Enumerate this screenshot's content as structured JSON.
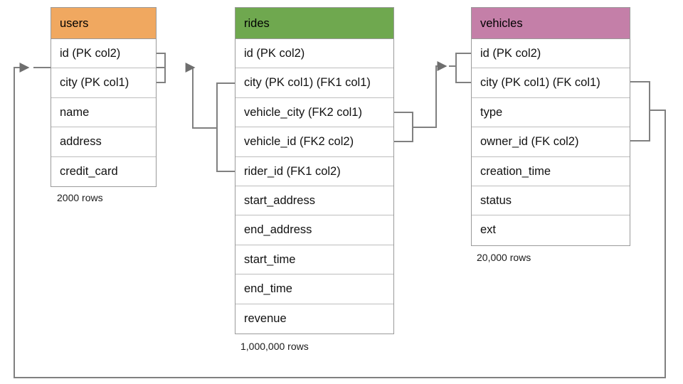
{
  "diagram": {
    "kind": "entity-relationship-diagram",
    "line_color": "#808080",
    "border_color": "#9a9a9a"
  },
  "tables": [
    {
      "key": "users",
      "name": "users",
      "header_color": "#F0A860",
      "row_count_label": "2000 rows",
      "fields": [
        "id (PK col2)",
        "city (PK col1)",
        "name",
        "address",
        "credit_card"
      ]
    },
    {
      "key": "rides",
      "name": "rides",
      "header_color": "#6FA84F",
      "row_count_label": "1,000,000 rows",
      "fields": [
        "id (PK col2)",
        "city (PK col1) (FK1 col1)",
        "vehicle_city (FK2 col1)",
        "vehicle_id (FK2 col2)",
        "rider_id (FK1 col2)",
        "start_address",
        "end_address",
        "start_time",
        "end_time",
        "revenue"
      ]
    },
    {
      "key": "vehicles",
      "name": "vehicles",
      "header_color": "#C47FA8",
      "row_count_label": "20,000 rows",
      "fields": [
        "id (PK col2)",
        "city (PK col1) (FK col1)",
        "type",
        "owner_id (FK col2)",
        "creation_time",
        "status",
        "ext"
      ]
    }
  ],
  "relationships": [
    {
      "key": "fk1-rides-to-users",
      "from_table": "rides",
      "from_fields": [
        "city (PK col1) (FK1 col1)",
        "rider_id (FK1 col2)"
      ],
      "to_table": "users",
      "to_fields": [
        "id (PK col2)",
        "city (PK col1)"
      ],
      "label": "FK1"
    },
    {
      "key": "fk2-rides-to-vehicles",
      "from_table": "rides",
      "from_fields": [
        "vehicle_city (FK2 col1)",
        "vehicle_id (FK2 col2)"
      ],
      "to_table": "vehicles",
      "to_fields": [
        "id (PK col2)",
        "city (PK col1) (FK col1)"
      ],
      "label": "FK2"
    },
    {
      "key": "fk-vehicles-to-users",
      "from_table": "vehicles",
      "from_fields": [
        "city (PK col1) (FK col1)",
        "owner_id (FK col2)"
      ],
      "to_table": "users",
      "to_fields": [
        "id (PK col2)",
        "city (PK col1)"
      ],
      "label": "FK"
    }
  ]
}
